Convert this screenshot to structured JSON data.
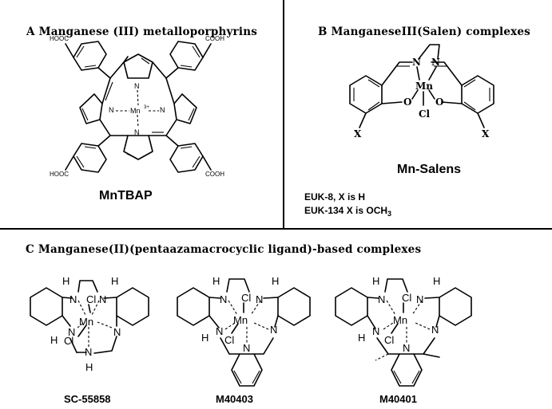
{
  "panels": {
    "a": {
      "title": "A  Manganese  (III)  metalloporphyrins",
      "compound": "MnTBAP"
    },
    "b": {
      "title": "B  ManganeseIII(Salen)  complexes",
      "compound": "Mn-Salens",
      "note1": "EUK-8, X is H",
      "note2_prefix": "EUK-134 X is OCH",
      "note2_sub": "3"
    },
    "c": {
      "title": "C  Manganese(II)(pentaazamacrocyclic  ligand)-based  complexes",
      "compounds": [
        "SC-55858",
        "M40403",
        "M40401"
      ]
    }
  },
  "atoms": {
    "cooh": "COOH",
    "hooc": "HOOC",
    "mn": "Mn",
    "mn3": "Mn",
    "mn3_sup": "3+",
    "n": "N",
    "o": "O",
    "cl": "Cl",
    "h": "H",
    "x": "X"
  }
}
